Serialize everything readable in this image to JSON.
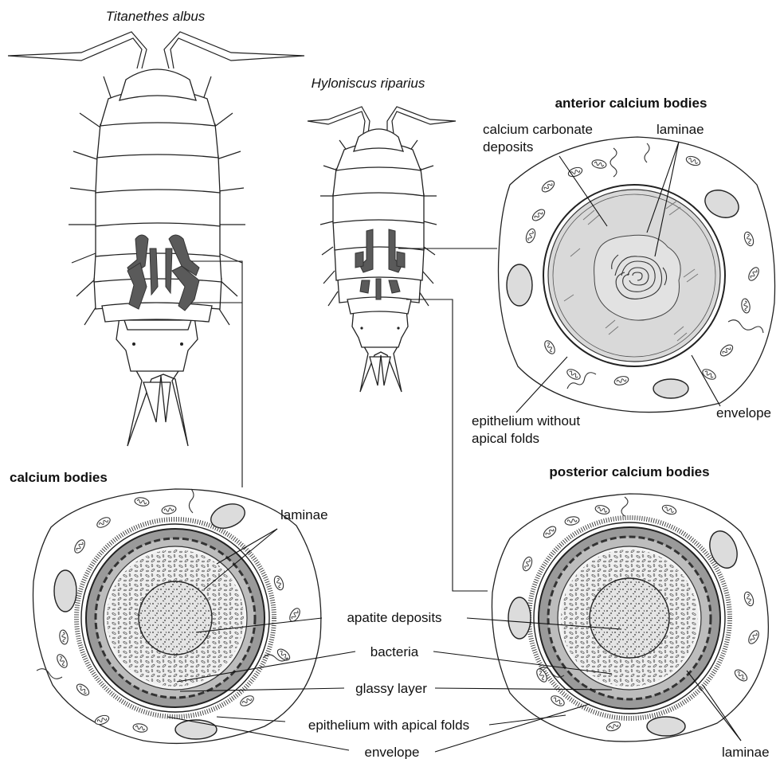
{
  "species": {
    "left": "Titanethes albus",
    "right": "Hyloniscus riparius"
  },
  "headings": {
    "anterior": "anterior calcium bodies",
    "calcium": "calcium bodies",
    "posterior": "posterior calcium bodies"
  },
  "labels": {
    "calcium_carbonate_line1": "calcium carbonate",
    "calcium_carbonate_line2": "deposits",
    "laminae_top": "laminae",
    "envelope_top": "envelope",
    "epithelium_without_line1": "epithelium without",
    "epithelium_without_line2": "apical folds",
    "laminae_left": "laminae",
    "apatite": "apatite deposits",
    "bacteria": "bacteria",
    "glassy": "glassy layer",
    "epithelium_with": "epithelium with apical folds",
    "envelope_bottom": "envelope",
    "laminae_bottom": "laminae"
  },
  "colors": {
    "calcium_body_fill": "#5a5a5a",
    "deposit_fill": "#d9d9d9",
    "outline": "#222222"
  }
}
